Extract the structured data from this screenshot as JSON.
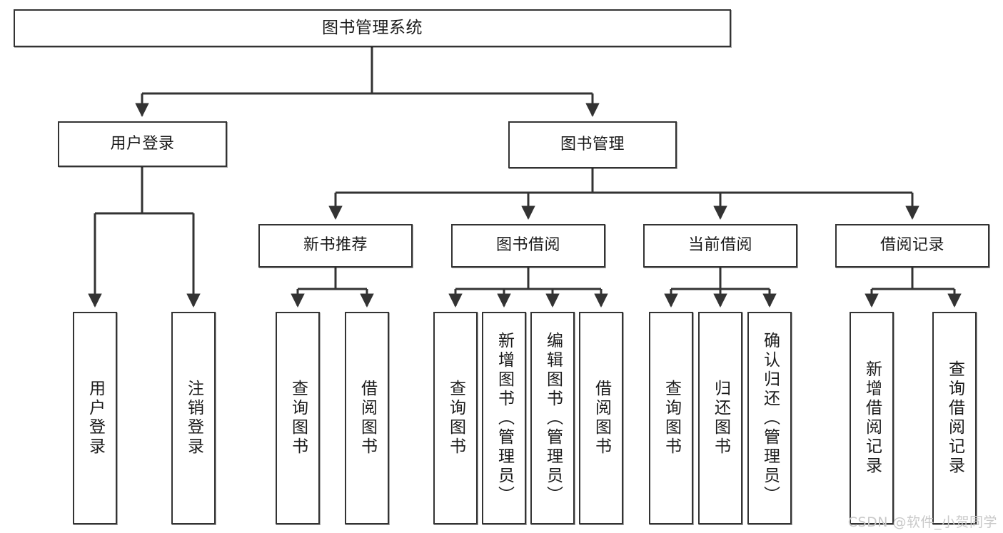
{
  "diagram": {
    "title": "图书管理系统",
    "type": "hierarchy-tree",
    "watermark": "CSDN @软件_小贺同学",
    "colors": {
      "box_border": "#333333",
      "box_fill": "#ffffff",
      "connector": "#333333",
      "text": "#1b1b1b",
      "watermark": "#c9c9c9"
    },
    "levels": {
      "level1": [
        "图书管理系统"
      ],
      "level2": [
        "用户登录",
        "图书管理"
      ],
      "level3": [
        "新书推荐",
        "图书借阅",
        "当前借阅",
        "借阅记录"
      ],
      "level4": [
        "用户登录",
        "注销登录",
        "查询图书",
        "借阅图书",
        "查询图书",
        "新增图书（管理员）",
        "编辑图书（管理员）",
        "借阅图书",
        "查询图书",
        "归还图书",
        "确认归还（管理员）",
        "新增借阅记录",
        "查询借阅记录"
      ]
    },
    "nodes": {
      "root": {
        "label": "图书管理系统"
      },
      "user_login": {
        "label": "用户登录"
      },
      "book_manage": {
        "label": "图书管理"
      },
      "new_book_rec": {
        "label": "新书推荐"
      },
      "book_borrow": {
        "label": "图书借阅"
      },
      "current_borrow": {
        "label": "当前借阅"
      },
      "borrow_record": {
        "label": "借阅记录"
      },
      "leaf_user_login": {
        "label": "用户登录"
      },
      "leaf_user_logout": {
        "label": "注销登录"
      },
      "leaf_query_book_1": {
        "label": "查询图书"
      },
      "leaf_borrow_book_1": {
        "label": "借阅图书"
      },
      "leaf_query_book_2": {
        "label": "查询图书"
      },
      "leaf_add_book": {
        "label": "新增图书（管理员）"
      },
      "leaf_edit_book": {
        "label": "编辑图书（管理员）"
      },
      "leaf_borrow_book_2": {
        "label": "借阅图书"
      },
      "leaf_query_book_3": {
        "label": "查询图书"
      },
      "leaf_return_book": {
        "label": "归还图书"
      },
      "leaf_confirm_return": {
        "label": "确认归还（管理员）"
      },
      "leaf_add_record": {
        "label": "新增借阅记录"
      },
      "leaf_query_record": {
        "label": "查询借阅记录"
      }
    }
  }
}
